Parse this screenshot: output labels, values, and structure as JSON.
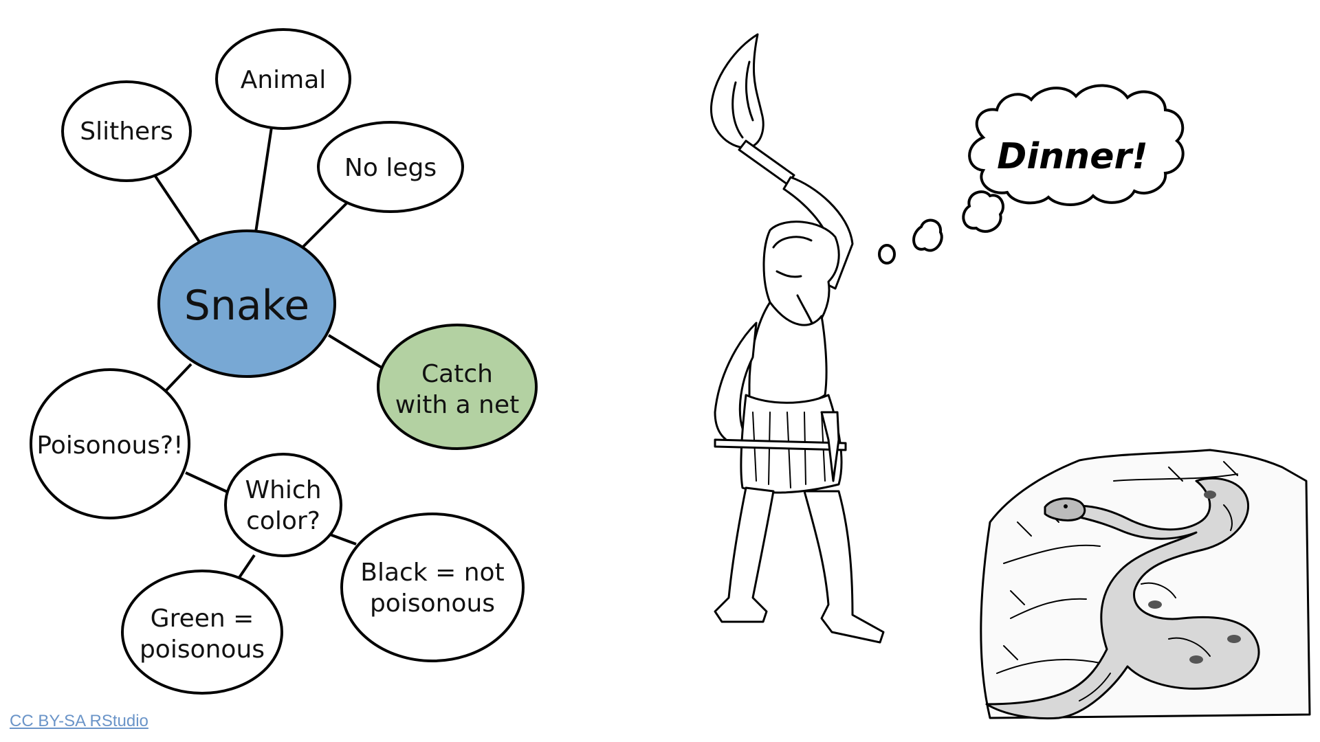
{
  "mindmap": {
    "center": "Snake",
    "slithers": "Slithers",
    "animal": "Animal",
    "no_legs": "No legs",
    "catch_line1": "Catch",
    "catch_line2": "with a net",
    "poisonous": "Poisonous?!",
    "which_line1": "Which",
    "which_line2": "color?",
    "black_line1": "Black = not",
    "black_line2": "poisonous",
    "green_line1": "Green =",
    "green_line2": "poisonous"
  },
  "thought_bubble": {
    "text": "Dinner!"
  },
  "credit": {
    "label": "CC BY-SA RStudio"
  },
  "colors": {
    "center_fill": "#78a8d4",
    "catch_fill": "#b3d1a2",
    "outline": "#000000",
    "credit_link": "#6a94c8"
  },
  "illustrations": [
    "caveman-with-torch",
    "python-snake-on-rocks"
  ]
}
